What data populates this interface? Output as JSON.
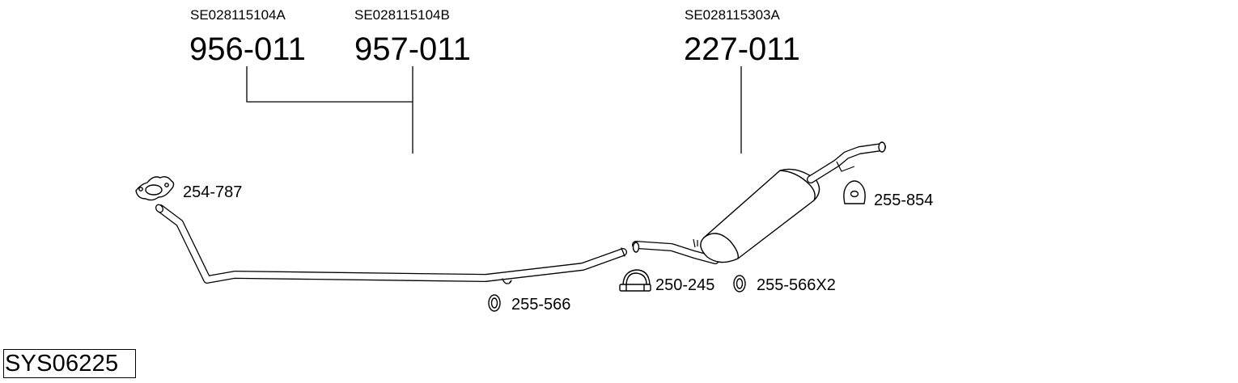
{
  "system_code": "SYS06225",
  "main_parts": [
    {
      "oem": "SE028115104A",
      "part_number": "956-011"
    },
    {
      "oem": "SE028115104B",
      "part_number": "957-011"
    },
    {
      "oem": "SE028115303A",
      "part_number": "227-011"
    }
  ],
  "accessories": {
    "gasket_front": "254-787",
    "rubber_ring_mid": "255-566",
    "clamp": "250-245",
    "rubber_ring_rear": "255-566X2",
    "hanger": "255-854"
  }
}
